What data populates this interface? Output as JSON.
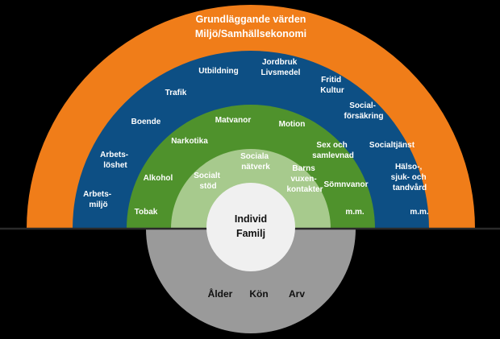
{
  "colors": {
    "background": "#000000",
    "outer_orange": "#f07d19",
    "blue": "#0d4f84",
    "green": "#4f922c",
    "light_green": "#a7ca8d",
    "center": "#f0f0f0",
    "gray": "#9a9a9a"
  },
  "outer": {
    "line1": "Grundläggande värden",
    "line2": "Miljö/Samhällsekonomi"
  },
  "blue_ring": {
    "arbetsmiljo": [
      "Arbets-",
      "miljö"
    ],
    "arbetsloshet": [
      "Arbets-",
      "löshet"
    ],
    "boende": "Boende",
    "trafik": "Trafik",
    "utbildning": "Utbildning",
    "jordbruk": [
      "Jordbruk",
      "Livsmedel"
    ],
    "fritid": [
      "Fritid",
      "Kultur"
    ],
    "socialforsakring": [
      "Social-",
      "försäkring"
    ],
    "socialtjanst": "Socialtjänst",
    "halso": [
      "Hälso-,",
      "sjuk- och",
      "tandvård"
    ],
    "mm": "m.m."
  },
  "green_ring": {
    "tobak": "Tobak",
    "alkohol": "Alkohol",
    "narkotika": "Narkotika",
    "matvanor": "Matvanor",
    "motion": "Motion",
    "sex": [
      "Sex och",
      "samlevnad"
    ],
    "somnvanor": "Sömnvanor",
    "mm": "m.m."
  },
  "light_ring": {
    "socialt_stod": [
      "Socialt",
      "stöd"
    ],
    "sociala_natverk": [
      "Sociala",
      "nätverk"
    ],
    "barns": [
      "Barns",
      "vuxen-",
      "kontakter"
    ]
  },
  "center": {
    "line1": "Individ",
    "line2": "Familj"
  },
  "bottom": {
    "alder": "Ålder",
    "kon": "Kön",
    "arv": "Arv"
  }
}
